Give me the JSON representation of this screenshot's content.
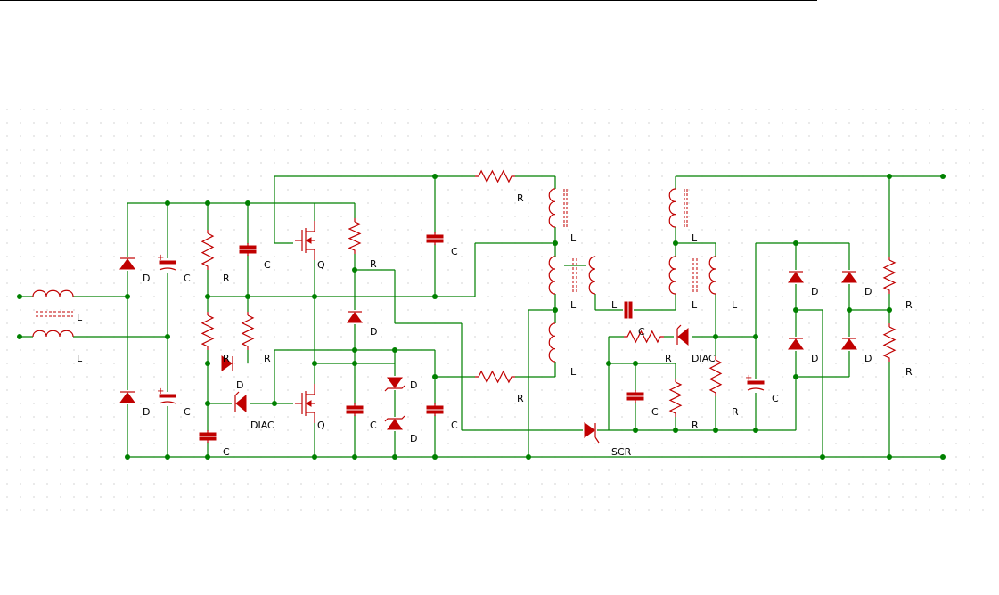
{
  "colors": {
    "wire": "#008000",
    "component": "#c00000",
    "junction": "#008000",
    "grid": "#b8b8b8",
    "text": "#000000"
  },
  "labels": {
    "L": "L",
    "D": "D",
    "C": "C",
    "R": "R",
    "Q": "Q",
    "DIAC": "DIAC",
    "SCR": "SCR"
  }
}
